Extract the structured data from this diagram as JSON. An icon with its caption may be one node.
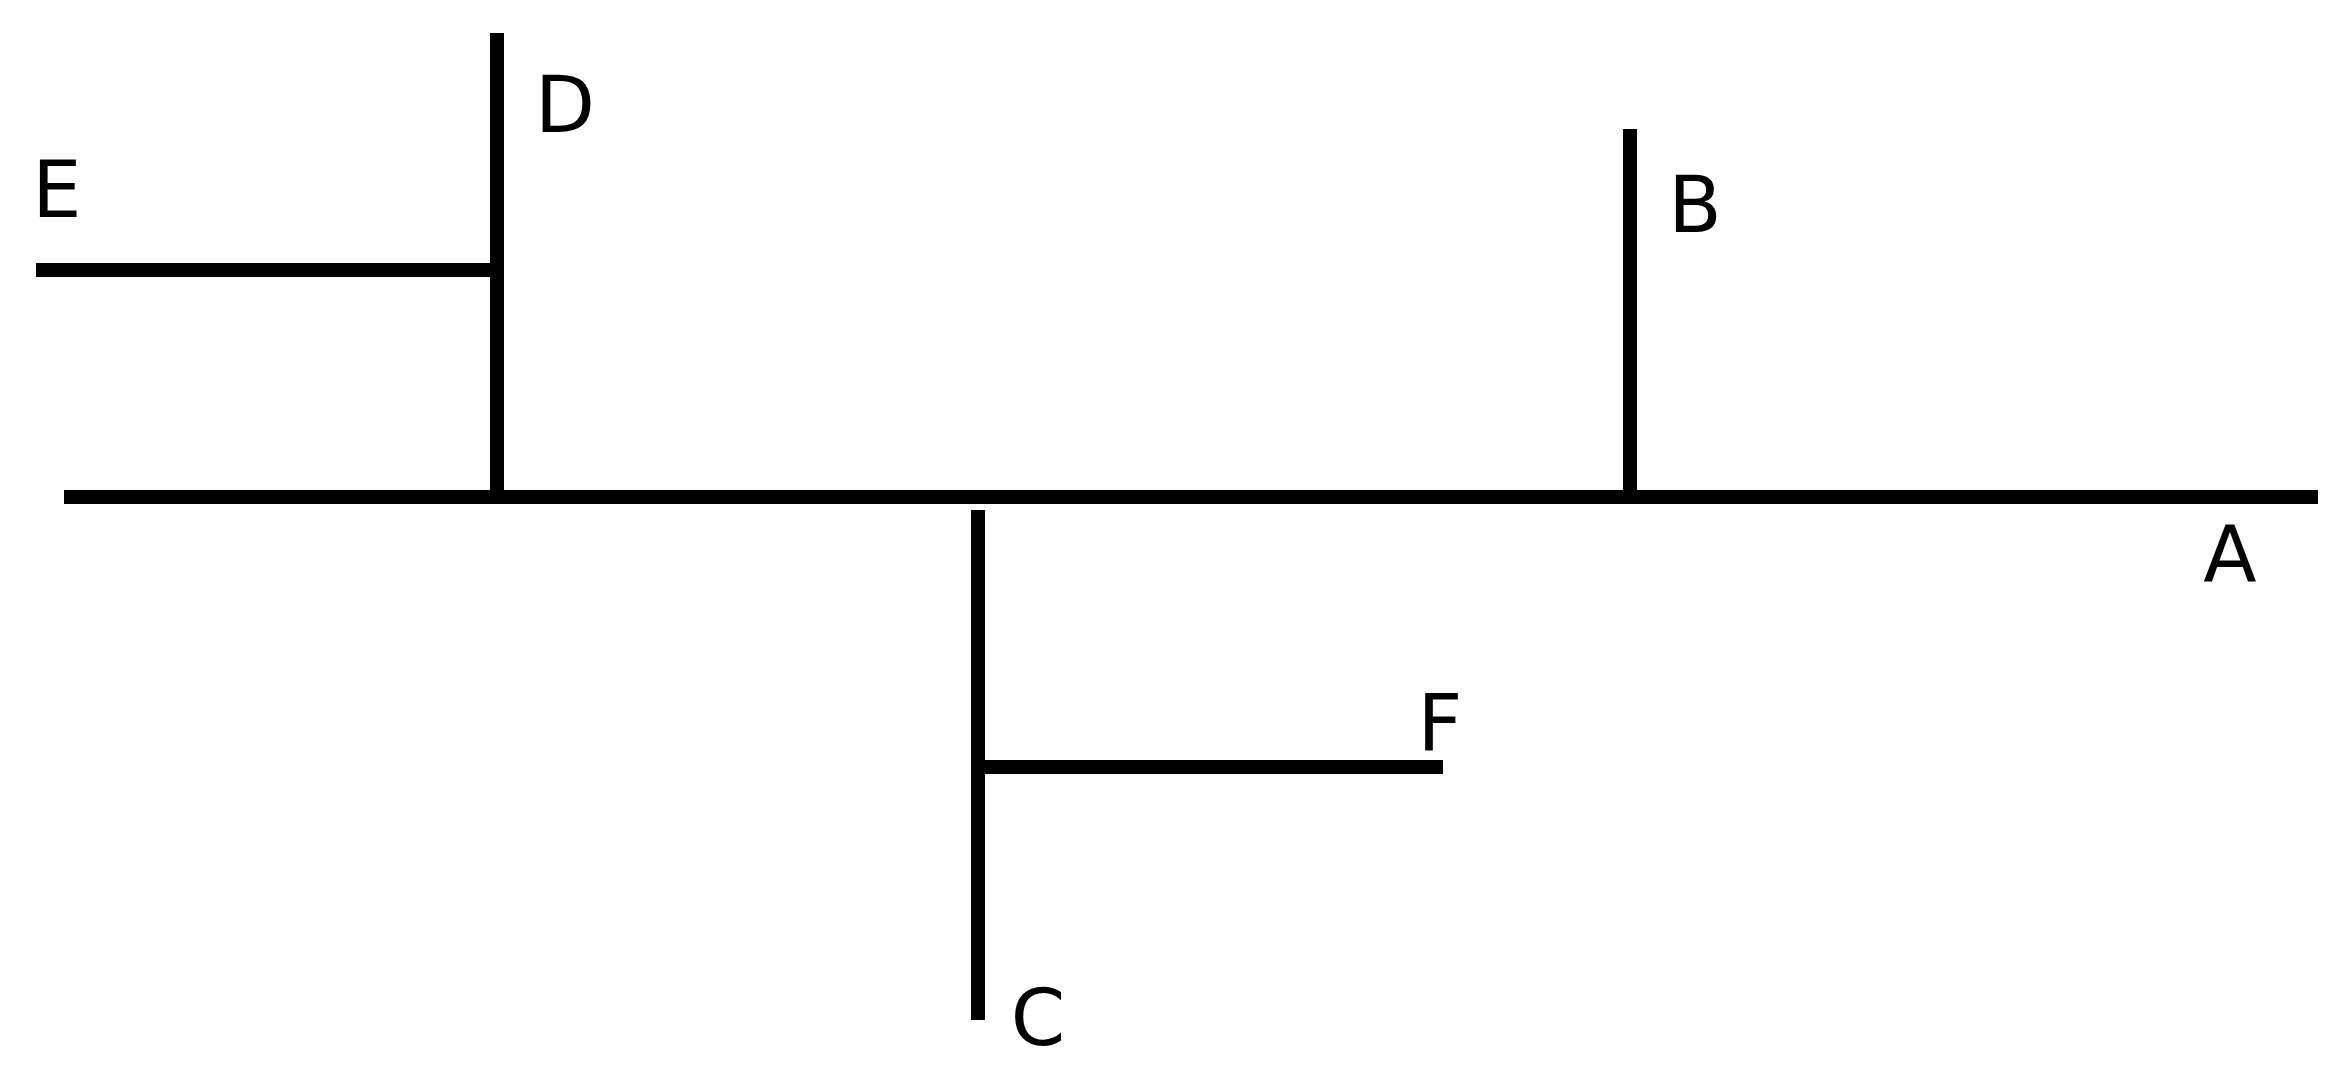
{
  "diagram": {
    "labels": [
      "D",
      "E",
      "B",
      "A",
      "F",
      "C"
    ]
  }
}
